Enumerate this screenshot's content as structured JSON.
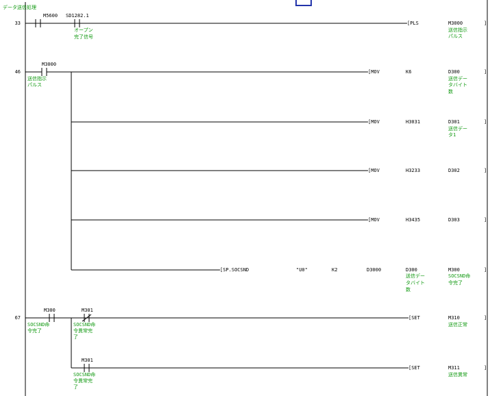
{
  "section_comment": "データ送信処理",
  "colors": {
    "comment": "#119911",
    "wire": "#000000",
    "cursor": "#2233aa"
  },
  "rungs": [
    {
      "step": "33",
      "contacts": [
        {
          "device": "M5600",
          "type": "no",
          "comment": []
        },
        {
          "device": "SD1282.1",
          "type": "no",
          "comment": [
            "オープン",
            "完了信号"
          ]
        }
      ],
      "instructions": [
        {
          "mnemonic": "[PLS",
          "args": [],
          "dest": "M3000",
          "dest_comment": [
            "送信指示",
            "パルス"
          ]
        }
      ]
    },
    {
      "step": "46",
      "contacts": [
        {
          "device": "M3000",
          "type": "no",
          "comment": [
            "送信指示",
            "パルス"
          ]
        }
      ],
      "instructions": [
        {
          "mnemonic": "[MOV",
          "args": [
            "K6"
          ],
          "dest": "D300",
          "dest_comment": [
            "送信デー",
            "タバイト",
            "数"
          ]
        },
        {
          "mnemonic": "[MOV",
          "args": [
            "H3031"
          ],
          "dest": "D301",
          "dest_comment": [
            "送信デー",
            "タ1"
          ]
        },
        {
          "mnemonic": "[MOV",
          "args": [
            "H3233"
          ],
          "dest": "D302",
          "dest_comment": []
        },
        {
          "mnemonic": "[MOV",
          "args": [
            "H3435"
          ],
          "dest": "D303",
          "dest_comment": []
        },
        {
          "mnemonic": "[SP.SOCSND",
          "args": [
            "\"U0\"",
            "K2",
            "D3000"
          ],
          "dest": "D300",
          "dest_comment": [
            "送信デー",
            "タバイト",
            "数"
          ],
          "dest2": "M300",
          "dest2_comment": [
            "SOCSND命",
            "令完了"
          ]
        }
      ]
    },
    {
      "step": "67",
      "contacts": [
        {
          "device": "M300",
          "type": "no",
          "comment": [
            "SOCSND命",
            "令完了"
          ]
        },
        {
          "device": "M301",
          "type": "nc",
          "comment": [
            "SOCSND命",
            "令異常完",
            "了"
          ]
        },
        {
          "device": "M301",
          "type": "no",
          "comment": [
            "SOCSND命",
            "令異常完",
            "了"
          ]
        }
      ],
      "instructions": [
        {
          "mnemonic": "[SET",
          "args": [],
          "dest": "M310",
          "dest_comment": [
            "送信正常"
          ]
        },
        {
          "mnemonic": "[SET",
          "args": [],
          "dest": "M311",
          "dest_comment": [
            "送信異常"
          ]
        }
      ]
    }
  ]
}
